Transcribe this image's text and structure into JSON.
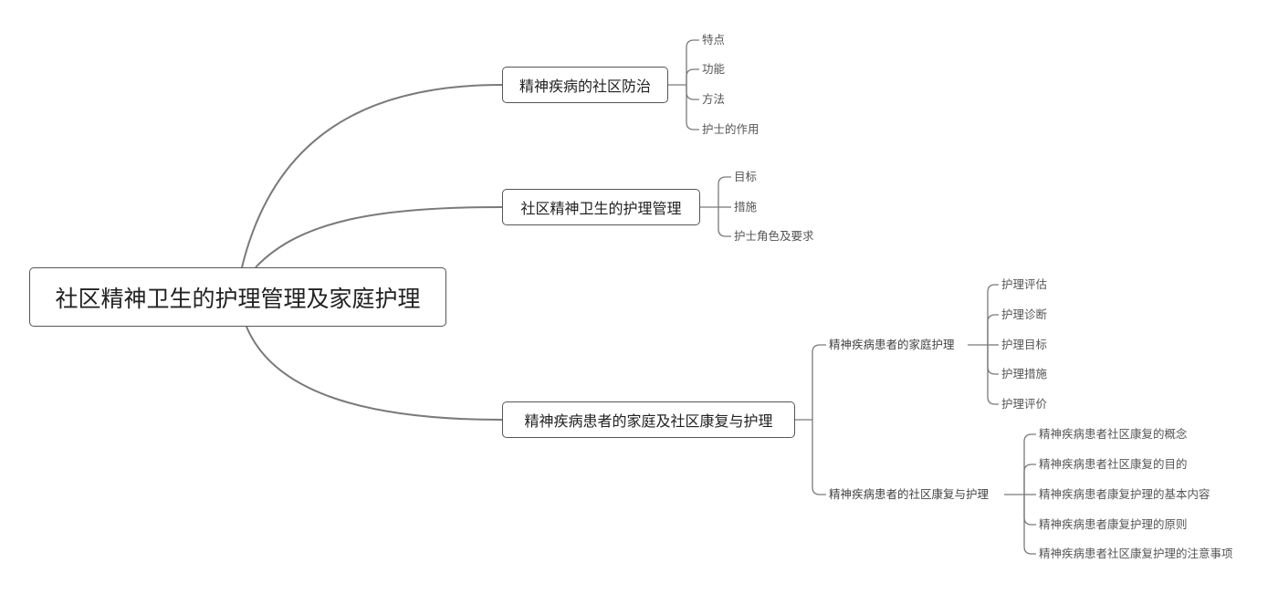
{
  "root": "社区精神卫生的护理管理及家庭护理",
  "branches": [
    {
      "label": "精神疾病的社区防治",
      "children": [
        "特点",
        "功能",
        "方法",
        "护士的作用"
      ]
    },
    {
      "label": "社区精神卫生的护理管理",
      "children": [
        "目标",
        "措施",
        "护士角色及要求"
      ]
    },
    {
      "label": "精神疾病患者的家庭及社区康复与护理",
      "children": [
        {
          "label": "精神疾病患者的家庭护理",
          "children": [
            "护理评估",
            "护理诊断",
            "护理目标",
            "护理措施",
            "护理评价"
          ]
        },
        {
          "label": "精神疾病患者的社区康复与护理",
          "children": [
            "精神疾病患者社区康复的概念",
            "精神疾病患者社区康复的目的",
            "精神疾病患者康复护理的基本内容",
            "精神疾病患者康复护理的原则",
            "精神疾病患者社区康复护理的注意事项"
          ]
        }
      ]
    }
  ],
  "colors": {
    "line": "#7a7a7a",
    "text": "#555555"
  }
}
